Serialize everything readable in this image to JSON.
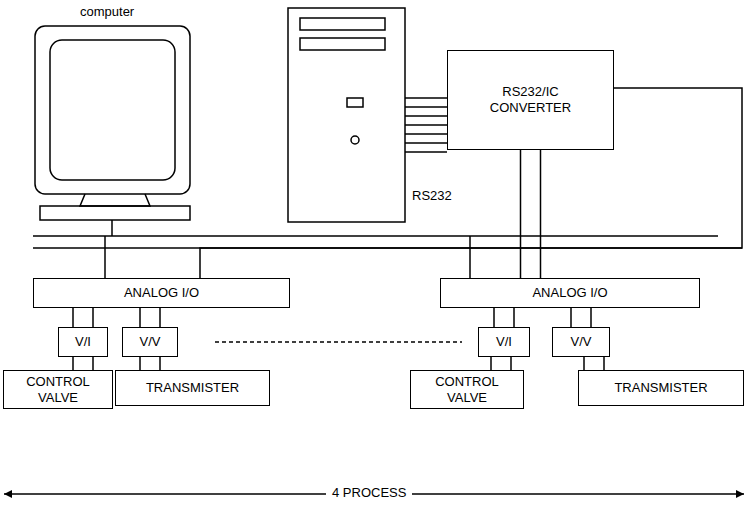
{
  "diagram": {
    "nodes": [
      {
        "text": [
          "RS232/IC CONVERTER"
        ]
      },
      {
        "text": [
          "ANALOG I/O"
        ]
      },
      {
        "text": [
          "ANALOG I/O"
        ]
      },
      {
        "text": [
          "V/I"
        ]
      },
      {
        "text": [
          "V/V"
        ]
      },
      {
        "text": [
          "V/I"
        ]
      },
      {
        "text": [
          "V/V"
        ]
      },
      {
        "text": [
          "CONTROL VALVE"
        ]
      },
      {
        "text": [
          "TRANSMISTER"
        ]
      },
      {
        "text": [
          "CONTROL VALVE"
        ]
      },
      {
        "text": [
          "TRANSMISTER"
        ]
      }
    ],
    "edges": [
      {
        "from": 0,
        "to": 1,
        "arrow": "none"
      },
      {
        "from": 0,
        "to": 2,
        "arrow": "none"
      },
      {
        "from": 1,
        "to": 3,
        "arrow": "none"
      },
      {
        "from": 1,
        "to": 4,
        "arrow": "none"
      },
      {
        "from": 2,
        "to": 5,
        "arrow": "none"
      },
      {
        "from": 2,
        "to": 6,
        "arrow": "none"
      },
      {
        "from": 3,
        "to": 7,
        "arrow": "none"
      },
      {
        "from": 4,
        "to": 8,
        "arrow": "none"
      },
      {
        "from": 5,
        "to": 9,
        "arrow": "none"
      },
      {
        "from": 6,
        "to": 10,
        "arrow": "none"
      }
    ],
    "labels": [
      "computer",
      "RS232",
      "4 PROCESS"
    ]
  }
}
